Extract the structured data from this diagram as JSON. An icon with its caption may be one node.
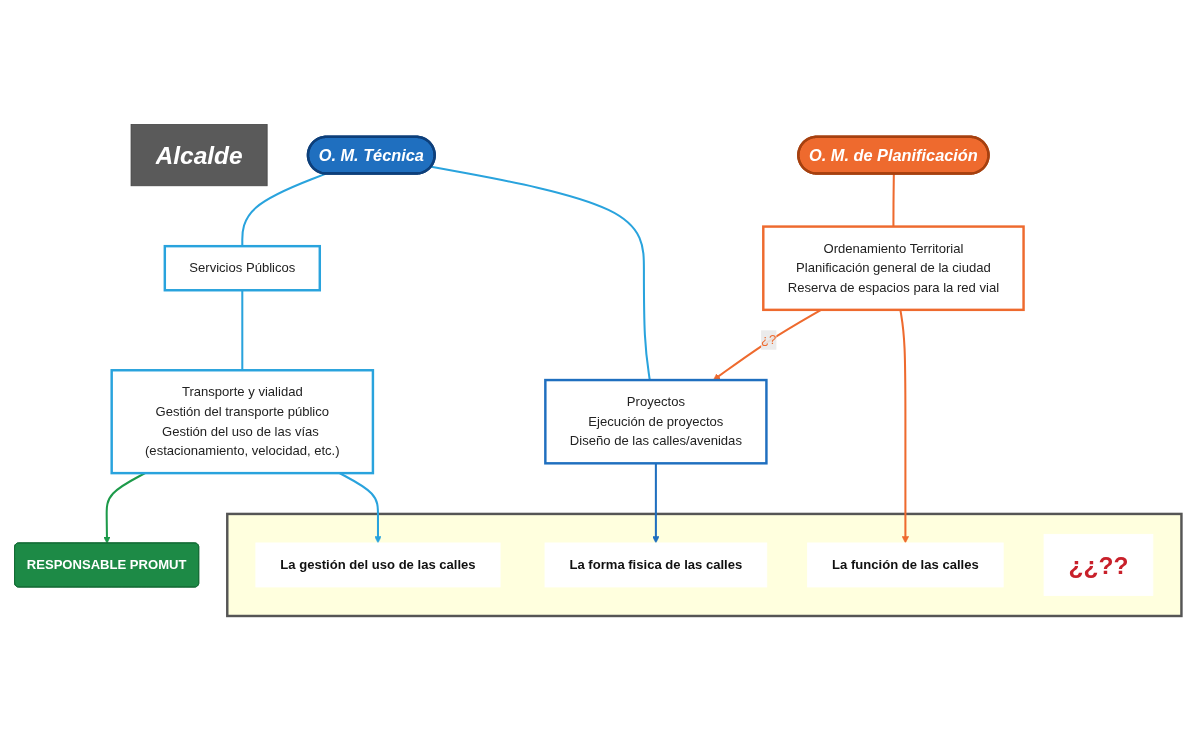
{
  "diagram": {
    "nodes": [
      {
        "text": [
          "Alcalde"
        ]
      },
      {
        "text": [
          "O. M. Técnica"
        ]
      },
      {
        "text": [
          "O. M. de Planificación"
        ]
      },
      {
        "text": [
          "Servicios Públicos"
        ]
      },
      {
        "text": [
          "Transporte y vialidad",
          "Gestión del transporte público",
          "Gestión del uso de las vías (estacionamiento, velocidad, etc.)"
        ]
      },
      {
        "text": [
          "Proyectos",
          "Ejecución de proyectos",
          "Diseño de las calles/avenidas"
        ]
      },
      {
        "text": [
          "Ordenamiento Territorial",
          "Planificación general de la ciudad",
          "Reserva de espacios para la red vial"
        ]
      },
      {
        "text": [
          "RESPONSABLE PROMUT"
        ]
      },
      {
        "text": [],
        "shape": "box"
      },
      {
        "text": [
          "La gestión del uso de las calles"
        ],
        "in": 8
      },
      {
        "text": [
          "La forma fisica de las calles"
        ],
        "in": 8
      },
      {
        "text": [
          "La función de las calles"
        ],
        "in": 8
      },
      {
        "text": [
          "¿¿??"
        ],
        "in": 8
      }
    ],
    "edges": [
      {
        "from": 1,
        "to": 3,
        "arrow": "none",
        "color": "#29a3dd"
      },
      {
        "from": 1,
        "to": 5,
        "arrow": "none",
        "color": "#29a3dd"
      },
      {
        "from": 2,
        "to": 6,
        "arrow": "none",
        "color": "#ee6a2e"
      },
      {
        "from": 3,
        "to": 4,
        "arrow": "none",
        "color": "#29a3dd"
      },
      {
        "from": 6,
        "to": 5,
        "arrow": "to",
        "label": "¿?",
        "color": "#ee6a2e"
      },
      {
        "from": 4,
        "to": 7,
        "arrow": "to",
        "color": "#1d9a4a"
      },
      {
        "from": 4,
        "to": 9,
        "arrow": "to",
        "color": "#29a3dd"
      },
      {
        "from": 5,
        "to": 10,
        "arrow": "to",
        "color": "#1f6fbf"
      },
      {
        "from": 6,
        "to": 11,
        "arrow": "to",
        "color": "#ee6a2e"
      }
    ]
  }
}
